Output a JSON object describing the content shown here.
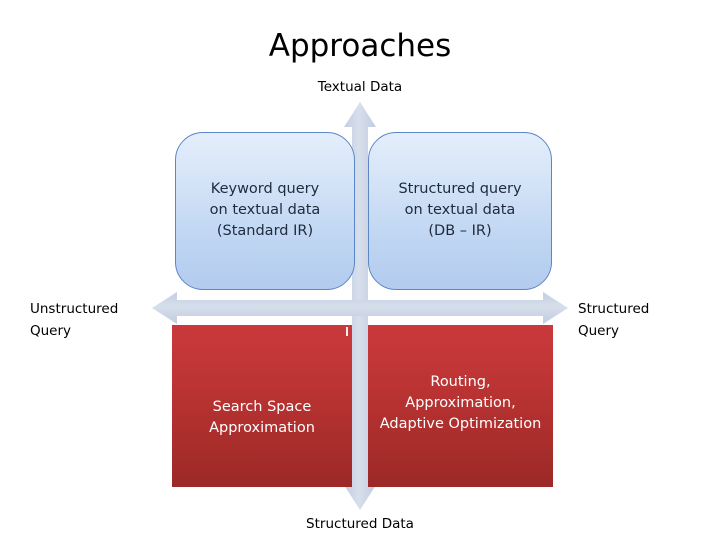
{
  "slide": {
    "title": "Approaches",
    "background_color": "#ffffff"
  },
  "axes": {
    "top_label": "Textual Data",
    "bottom_label": "Structured Data",
    "left_label": "Unstructured\nQuery",
    "right_label": "Structured\nQuery",
    "vertical_arrow_name": "vertical-double-arrow",
    "horizontal_arrow_name": "horizontal-double-arrow",
    "arrow_color": "#ccd5e5"
  },
  "quadrants": [
    {
      "id": "keyword-textual",
      "text": "Keyword query\non textual data\n(Standard IR)",
      "fill_top": "#e4eefb",
      "fill_bottom": "#b3cbee",
      "border_color": "#5b87c5",
      "text_color": "#1f2a3d",
      "shape": "rounded-rectangle"
    },
    {
      "id": "structured-textual",
      "text": "Structured query\non textual data\n(DB – IR)",
      "fill_top": "#e4eefb",
      "fill_bottom": "#b3cbee",
      "border_color": "#5b87c5",
      "text_color": "#1f2a3d",
      "shape": "rounded-rectangle"
    },
    {
      "id": "search-space-approximation",
      "text": "Search Space\nApproximation",
      "fill_top": "#c9393b",
      "fill_bottom": "#9c2927",
      "text_color": "#ffffff",
      "shape": "rectangle"
    },
    {
      "id": "routing-approximation",
      "text": "Routing,\nApproximation,\nAdaptive Optimization",
      "fill_top": "#c9393b",
      "fill_bottom": "#9c2927",
      "text_color": "#ffffff",
      "shape": "rectangle"
    }
  ]
}
